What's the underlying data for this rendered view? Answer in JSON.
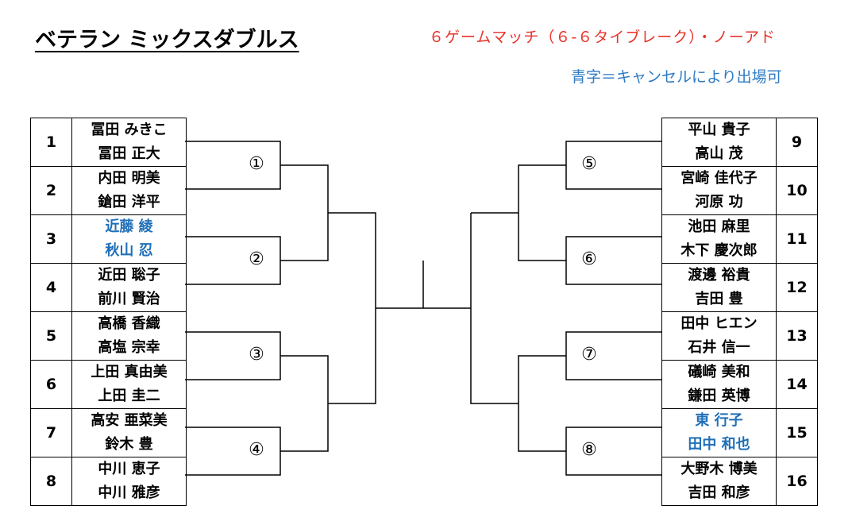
{
  "title": "ベテラン ミックスダブルス",
  "rules": {
    "format": "６ゲームマッチ（６-６タイブレーク）・ノーアド",
    "note": "青字＝キャンセルにより出場可"
  },
  "accent_colors": {
    "rule": "#e8322a",
    "cancel_entry": "#1f6fb8"
  },
  "left_teams": [
    {
      "seed": "1",
      "p1": "冨田 みきこ",
      "p2": "冨田 正大",
      "blue": false
    },
    {
      "seed": "2",
      "p1": "内田 明美",
      "p2": "鎗田 洋平",
      "blue": false
    },
    {
      "seed": "3",
      "p1": "近藤 綾",
      "p2": "秋山 忍",
      "blue": true
    },
    {
      "seed": "4",
      "p1": "近田 聡子",
      "p2": "前川 賢治",
      "blue": false
    },
    {
      "seed": "5",
      "p1": "高橋 香織",
      "p2": "高塩 宗幸",
      "blue": false
    },
    {
      "seed": "6",
      "p1": "上田 真由美",
      "p2": "上田 圭二",
      "blue": false
    },
    {
      "seed": "7",
      "p1": "高安 亜菜美",
      "p2": "鈴木 豊",
      "blue": false
    },
    {
      "seed": "8",
      "p1": "中川 恵子",
      "p2": "中川 雅彦",
      "blue": false
    }
  ],
  "right_teams": [
    {
      "seed": "9",
      "p1": "平山 貴子",
      "p2": "高山 茂",
      "blue": false
    },
    {
      "seed": "10",
      "p1": "宮崎 佳代子",
      "p2": "河原 功",
      "blue": false
    },
    {
      "seed": "11",
      "p1": "池田 麻里",
      "p2": "木下 慶次郎",
      "blue": false
    },
    {
      "seed": "12",
      "p1": "渡邊 裕貴",
      "p2": "吉田 豊",
      "blue": false
    },
    {
      "seed": "13",
      "p1": "田中 ヒエン",
      "p2": "石井 信一",
      "blue": false
    },
    {
      "seed": "14",
      "p1": "礒崎 美和",
      "p2": "鎌田 英博",
      "blue": false
    },
    {
      "seed": "15",
      "p1": "東 行子",
      "p2": "田中 和也",
      "blue": true
    },
    {
      "seed": "16",
      "p1": "大野木 博美",
      "p2": "吉田 和彦",
      "blue": false
    }
  ],
  "matches": [
    "①",
    "②",
    "③",
    "④",
    "⑤",
    "⑥",
    "⑦",
    "⑧"
  ]
}
